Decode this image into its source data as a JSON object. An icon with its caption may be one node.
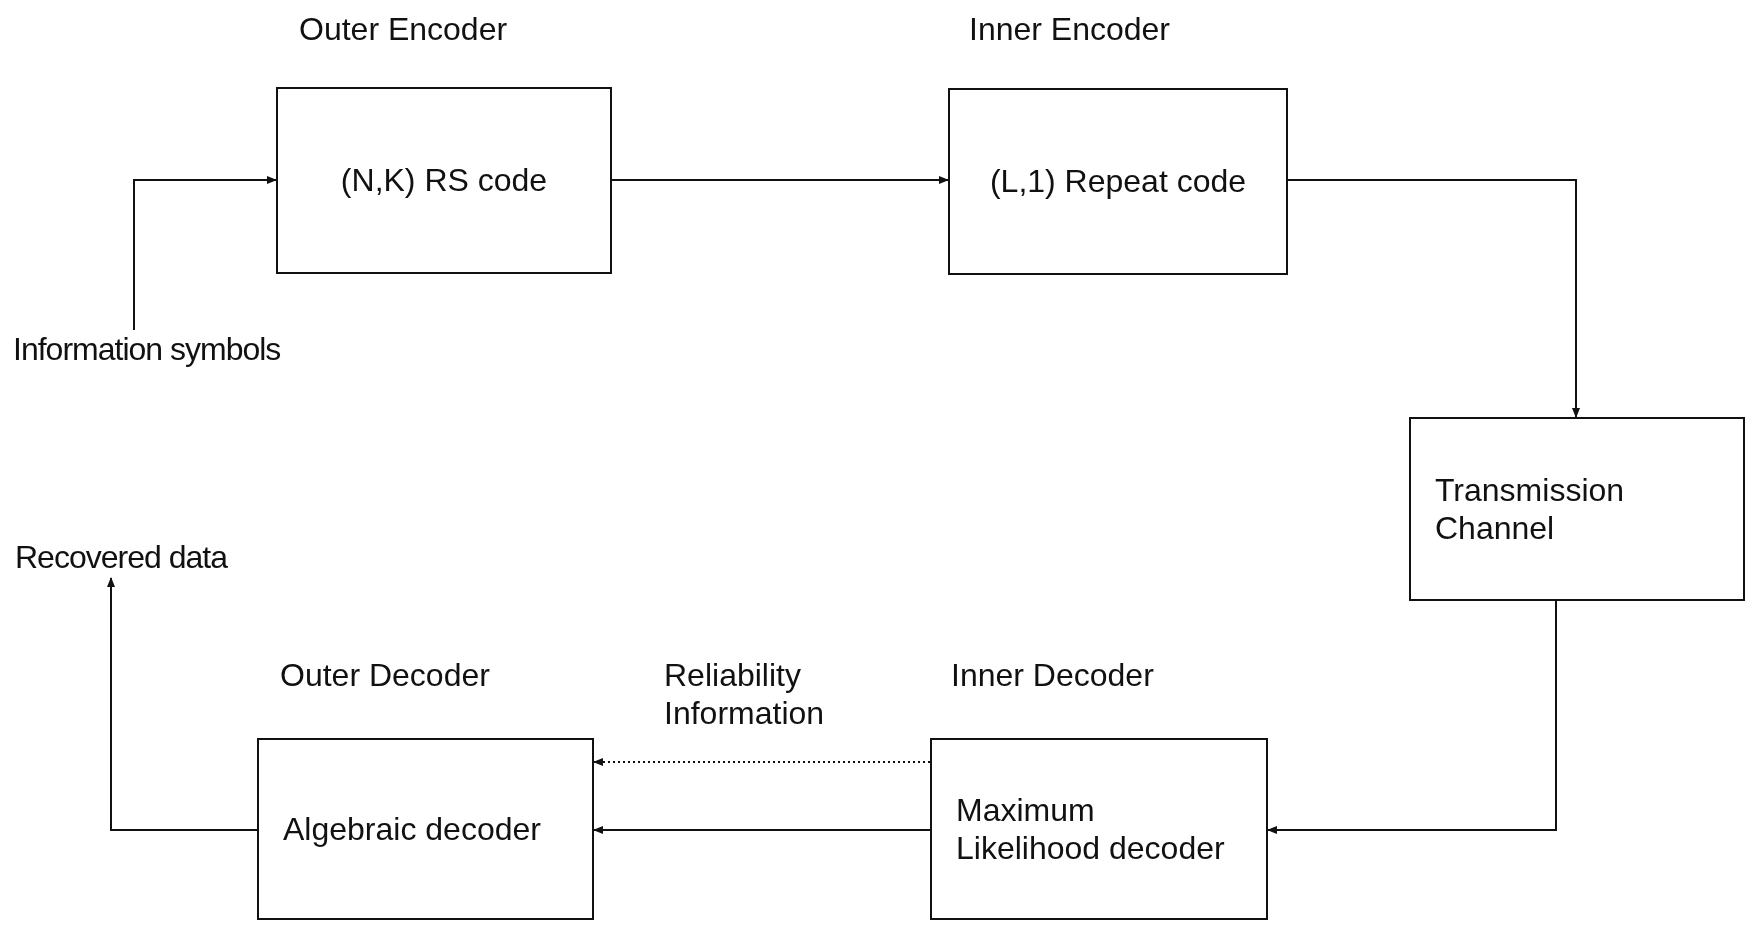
{
  "diagram": {
    "nodes": [
      {
        "text": [
          "Outer Encoder",
          "(N,K) RS code"
        ]
      },
      {
        "text": [
          "Inner Encoder",
          "(L,1) Repeat code"
        ]
      },
      {
        "text": [
          "Information symbols"
        ]
      },
      {
        "text": [
          "Transmission Channel"
        ]
      },
      {
        "text": [
          "Recovered data"
        ]
      },
      {
        "text": [
          "Outer Decoder",
          "Algebraic decoder"
        ]
      },
      {
        "text": [
          "Inner Decoder",
          "Maximum Likelihood decoder"
        ]
      }
    ],
    "edges": [
      {
        "from": 2,
        "to": 0,
        "arrow": "to"
      },
      {
        "from": 0,
        "to": 1,
        "arrow": "to"
      },
      {
        "from": 1,
        "to": 3,
        "arrow": "to"
      },
      {
        "from": 3,
        "to": 6,
        "arrow": "to"
      },
      {
        "from": 6,
        "to": 5,
        "arrow": "to",
        "style": "dashed",
        "label": "Reliability Information"
      },
      {
        "from": 6,
        "to": 5,
        "arrow": "to"
      },
      {
        "from": 5,
        "to": 4,
        "arrow": "to"
      }
    ]
  }
}
